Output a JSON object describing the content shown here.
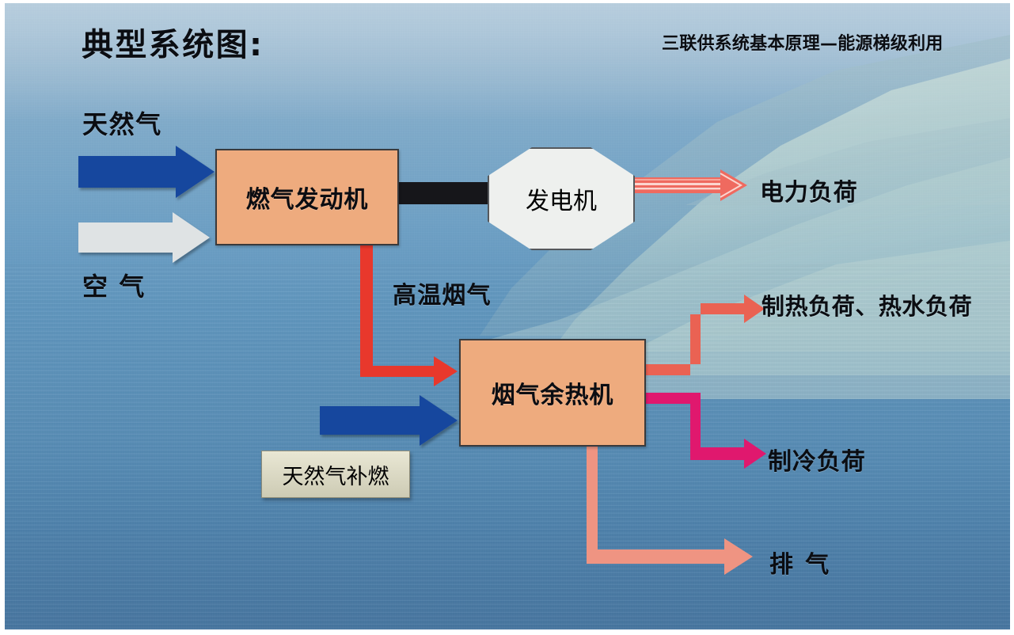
{
  "slide": {
    "title": "典型系统图:",
    "subtitle": "三联供系统基本原理—能源梯级利用"
  },
  "labels": {
    "natural_gas": "天然气",
    "air": "空 气",
    "high_temp_flue_gas": "高温烟气",
    "electric_load": "电力负荷",
    "heating_load": "制热负荷、热水负荷",
    "cooling_load": "制冷负荷",
    "exhaust": "排 气"
  },
  "nodes": {
    "gas_engine": "燃气发动机",
    "generator": "发电机",
    "waste_heat_unit": "烟气余热机",
    "supplementary_firing": "天然气补燃"
  },
  "colors": {
    "box_fill": "#eeab7e",
    "box_border": "#3a3a3c",
    "generator_fill": "#eef0ee",
    "shaft": "#16161a",
    "gas_arrow": "#17479e",
    "air_arrow": "#dfe3e4",
    "hot_gas_arrow": "#e8382c",
    "electric_arrow": "#ef6a5f",
    "heating_arrow": "#ea6253",
    "cooling_arrow": "#e0186e",
    "exhaust_arrow": "#ef9482",
    "supplementary_box": "#e9e7d4",
    "background_water": "#5f95bd"
  }
}
